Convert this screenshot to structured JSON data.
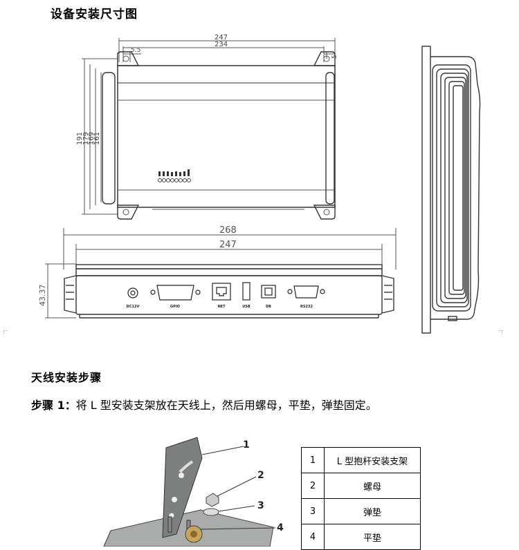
{
  "section1": {
    "title": "设备安装尺寸图"
  },
  "dimensions": {
    "top_width_outer": "247",
    "top_width_inner": "234",
    "hole_offset_left": "5.5",
    "hole_offset_right": "5",
    "heights": [
      "191",
      "179",
      "169",
      "161"
    ],
    "front_width_outer": "268",
    "front_width_inner": "247",
    "front_height": "43.37"
  },
  "ports": [
    "DC12V",
    "GPIO",
    "NET",
    "USB",
    "DB",
    "RS232"
  ],
  "section2": {
    "title": "天线安装步骤"
  },
  "step1": {
    "label": "步骤 1：",
    "text": "将 L 型安装支架放在天线上，然后用螺母，平垫，弹垫固定。"
  },
  "callouts": [
    "1",
    "2",
    "3",
    "4"
  ],
  "parts_table": [
    {
      "num": "1",
      "name": "L 型抱杆安装支架"
    },
    {
      "num": "2",
      "name": "螺母"
    },
    {
      "num": "3",
      "name": "弹垫"
    },
    {
      "num": "4",
      "name": "平垫"
    }
  ]
}
